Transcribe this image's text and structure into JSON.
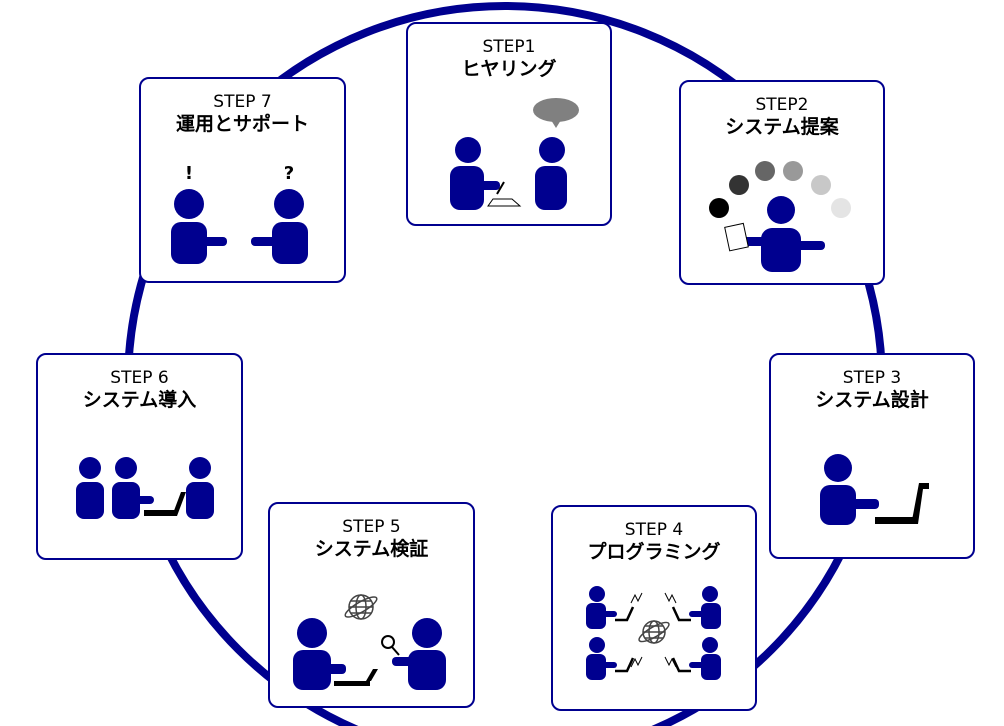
{
  "colors": {
    "primary": "#00008f",
    "ring": "#00008f"
  },
  "steps": [
    {
      "step": "STEP1",
      "title": "ヒヤリング"
    },
    {
      "step": "STEP2",
      "title": "システム提案"
    },
    {
      "step": "STEP 3",
      "title": "システム設計"
    },
    {
      "step": "STEP 4",
      "title": "プログラミング"
    },
    {
      "step": "STEP 5",
      "title": "システム検証"
    },
    {
      "step": "STEP 6",
      "title": "システム導入"
    },
    {
      "step": "STEP 7",
      "title": "運用とサポート"
    }
  ],
  "step7_marks": {
    "exclamation": "!",
    "question": "?"
  }
}
